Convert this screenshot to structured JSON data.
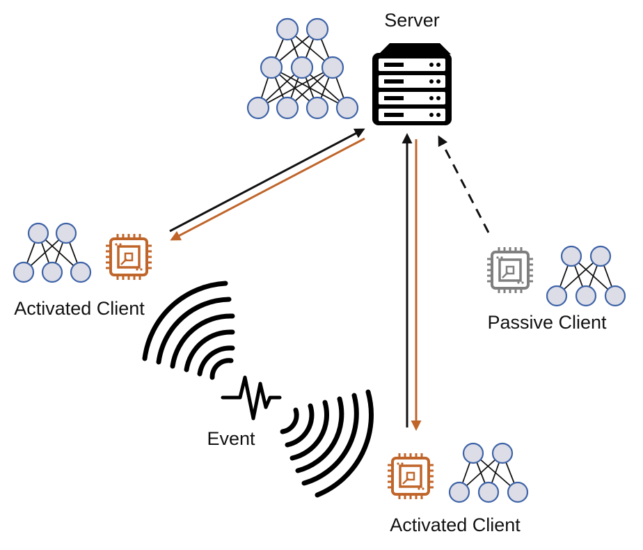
{
  "labels": {
    "server": "Server",
    "left_client": "Activated Client",
    "passive_client": "Passive Client",
    "bottom_client": "Activated Client",
    "event": "Event"
  },
  "colors": {
    "activated": "#c0652a",
    "passive": "#7f7f7f",
    "node_fill": "#dcdde6",
    "node_stroke": "#3e63a8",
    "arrow_black": "#111111",
    "arrow_orange": "#c0652a"
  },
  "icons": [
    "server-icon",
    "chip-icon",
    "neural-network-icon",
    "signal-waves-icon",
    "pulse-icon"
  ]
}
